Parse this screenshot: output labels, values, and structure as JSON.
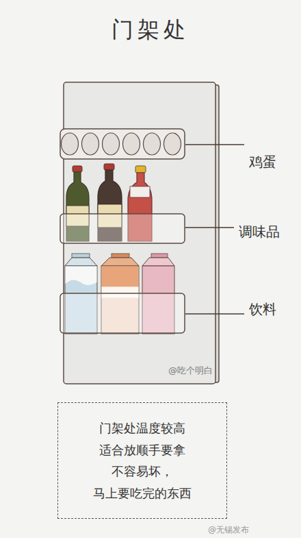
{
  "diagram": {
    "title": "门架处",
    "nodes": [
      {
        "text": [
          "门架处温度较高 适合放顺手要拿 不容易坏， 马上要吃完的东西"
        ]
      }
    ],
    "labels": [
      "鸡蛋",
      "调味品",
      "饮料",
      "@吃个明白",
      "@无锡发布"
    ]
  }
}
